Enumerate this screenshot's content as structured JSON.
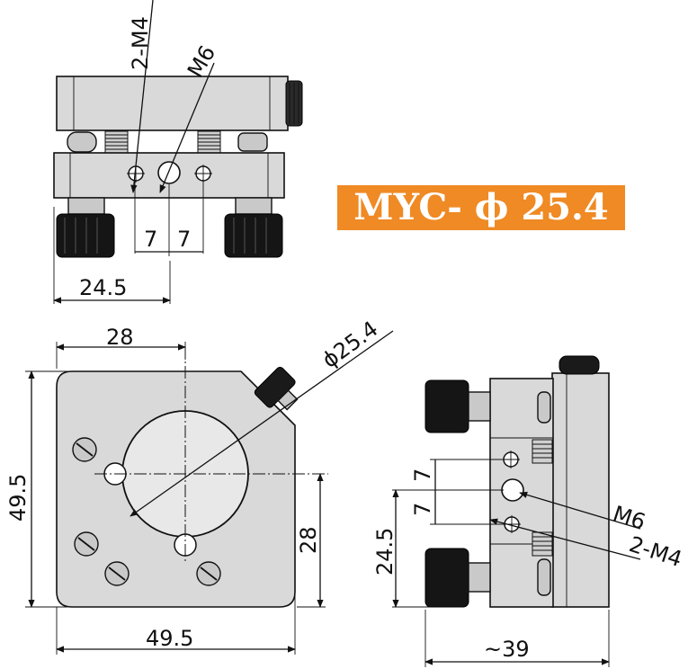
{
  "model": "MYC- ϕ 25.4",
  "top_view": {
    "labels": {
      "hole_a": "2-M4",
      "hole_b": "M6"
    },
    "dims": {
      "left_spacing": "7",
      "right_spacing": "7",
      "overall": "24.5"
    }
  },
  "front_view": {
    "dims": {
      "width": "49.5",
      "height": "49.5",
      "aperture": "ϕ25.4",
      "top_offset": "28",
      "side_offset": "28"
    }
  },
  "side_view": {
    "labels": {
      "hole_b": "M6",
      "hole_a": "2-M4"
    },
    "dims": {
      "upper_spacing": "7",
      "lower_spacing": "7",
      "base_height": "24.5",
      "depth": "~39"
    }
  },
  "colors": {
    "badge": "#ef8a24",
    "badge_text": "#ffffff",
    "line": "#111111",
    "metal": "#d9d9d9"
  }
}
